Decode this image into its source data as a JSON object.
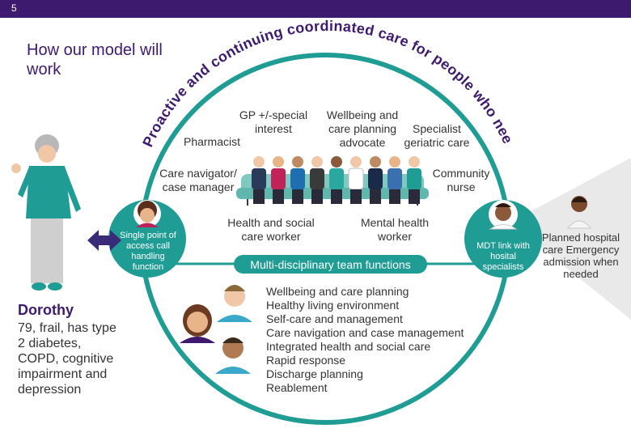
{
  "header": {
    "page_number": "5"
  },
  "title": "How our model will work",
  "arc_text": "Proactive and continuing coordinated care for people who need it",
  "team_roles": {
    "gp": "GP +/-special interest",
    "wellbeing": "Wellbeing and care planning advocate",
    "specialist": "Specialist geriatric care",
    "pharmacist": "Pharmacist",
    "care_navigator": "Care navigator/ case manager",
    "community_nurse": "Community nurse",
    "health_social": "Health and social care worker",
    "mental_health": "Mental health worker"
  },
  "single_point": "Single point of access call handling function",
  "mdt_link": "MDT link with hosital specialists",
  "planned_care": "Planned hospital care Emergency admission when needed",
  "mdt_title": "Multi-disciplinary team functions",
  "functions": [
    "Wellbeing and care planning",
    "Healthy living environment",
    "Self-care and management",
    "Care navigation and case management",
    "Integrated health and social care",
    "Rapid response",
    "Discharge planning",
    "Reablement"
  ],
  "patient": {
    "name": "Dorothy",
    "description": "79, frail, has type 2 diabetes, COPD, cognitive impairment and depression"
  },
  "colors": {
    "header": "#3d1a6e",
    "teal": "#1f9d94",
    "purple": "#3d1a6e",
    "arrow": "#3a2a7a",
    "beam": "#e6e6e6"
  }
}
